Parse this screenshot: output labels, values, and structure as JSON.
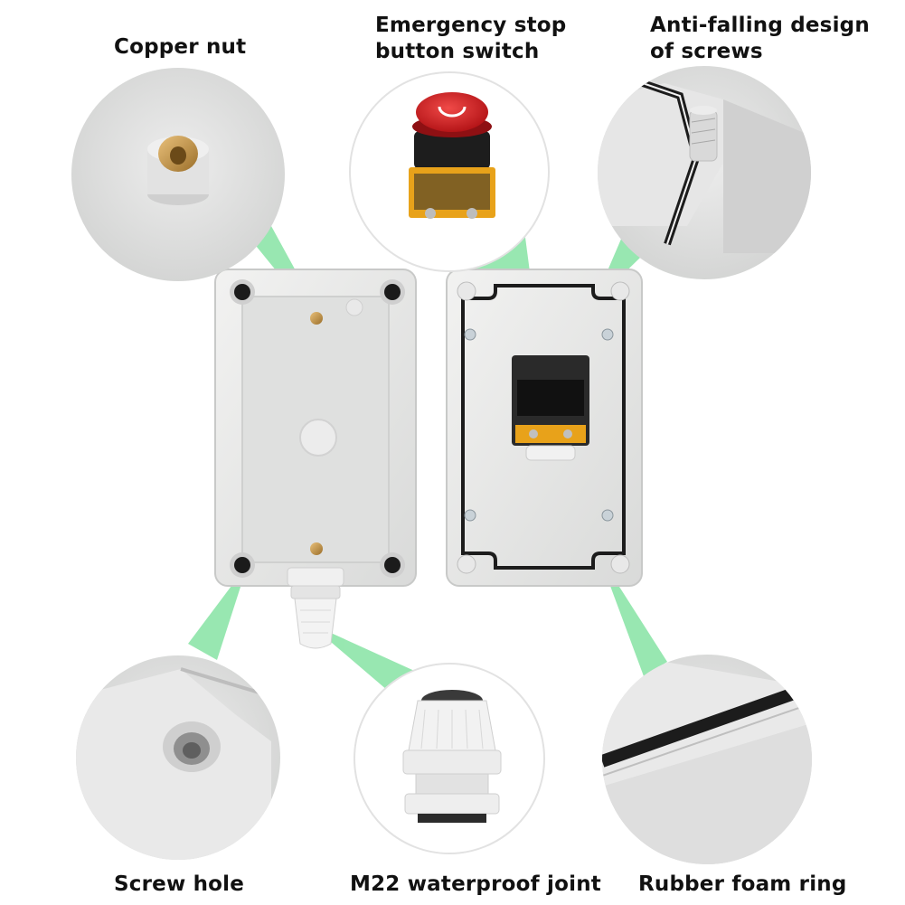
{
  "labels": {
    "copper_nut": "Copper nut",
    "emergency_stop_line1": "Emergency stop",
    "emergency_stop_line2": "button switch",
    "anti_falling_line1": "Anti-falling design",
    "anti_falling_line2": "of screws",
    "screw_hole": "Screw hole",
    "waterproof_joint": "M22 waterproof joint",
    "rubber_ring": "Rubber foam ring"
  },
  "colors": {
    "callout_green": "#86e3a3",
    "enclosure_grey": "#e6e7e6",
    "gasket_black": "#1c1c1c",
    "button_red": "#d8252a",
    "brass": "#c99a4a",
    "terminal_yellow": "#e8a21a"
  }
}
